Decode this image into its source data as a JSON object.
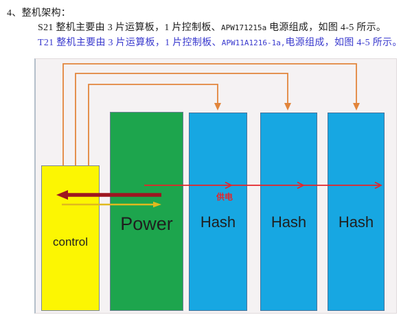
{
  "page": {
    "heading": "4、整机架构：",
    "lines": [
      {
        "prefix": "S21 整机主要由 3 片运算板，1 片控制板、",
        "code": "APW171215a",
        "suffix": " 电源组成，如图 4-5 所示。"
      },
      {
        "prefix": "T21 整机主要由 3 片运算板，1 片控制板、",
        "code": "APW11A1216-1a,",
        "suffix": "电源组成，如图 4-5 所示。"
      }
    ]
  },
  "diagram": {
    "boxes": [
      {
        "id": "control",
        "label": "control"
      },
      {
        "id": "power",
        "label": "Power"
      },
      {
        "id": "hash1",
        "label": "Hash"
      },
      {
        "id": "hash2",
        "label": "Hash"
      },
      {
        "id": "hash3",
        "label": "Hash"
      }
    ],
    "supply_label": "供电",
    "colors": {
      "control_fill": "#fcf602",
      "power_fill": "#1da54d",
      "hash_fill": "#17a7e2",
      "signal_line_orange": "#e2853b",
      "supply_line_red": "#e62428",
      "return_arrow_dark_red": "#9e1620",
      "aux_arrow_gold": "#e0b91e",
      "panel_background": "#f5f2f3",
      "t21_text_blue": "#3a3ace"
    }
  }
}
